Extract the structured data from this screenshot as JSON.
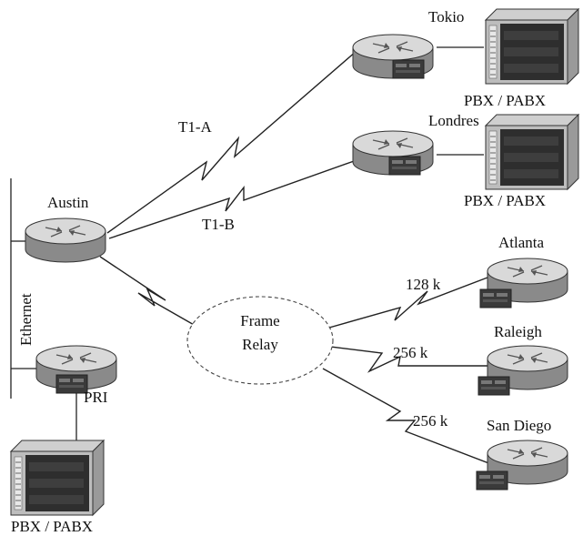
{
  "routers": {
    "austin": "Austin",
    "tokio": "Tokio",
    "londres": "Londres",
    "atlanta": "Atlanta",
    "raleigh": "Raleigh",
    "san_diego": "San Diego"
  },
  "pbx": {
    "tokio": "PBX / PABX",
    "londres": "PBX / PABX",
    "local": "PBX / PABX"
  },
  "links": {
    "t1a": "T1-A",
    "t1b": "T1-B",
    "atlanta": "128 k",
    "raleigh": "256 k",
    "san_diego": "256 k",
    "pri": "PRI"
  },
  "cloud": {
    "line1": "Frame",
    "line2": "Relay"
  },
  "ethernet": "Ethernet",
  "colors": {
    "router_top": "#d9d9d9",
    "router_side": "#8a8a8a",
    "module": "#3a3a3a",
    "pbx_front": "#2e2e2e",
    "pbx_frame": "#bdbdbd"
  },
  "icons": [
    "router-icon",
    "pbx-icon",
    "cloud-icon",
    "serial-link-icon"
  ]
}
